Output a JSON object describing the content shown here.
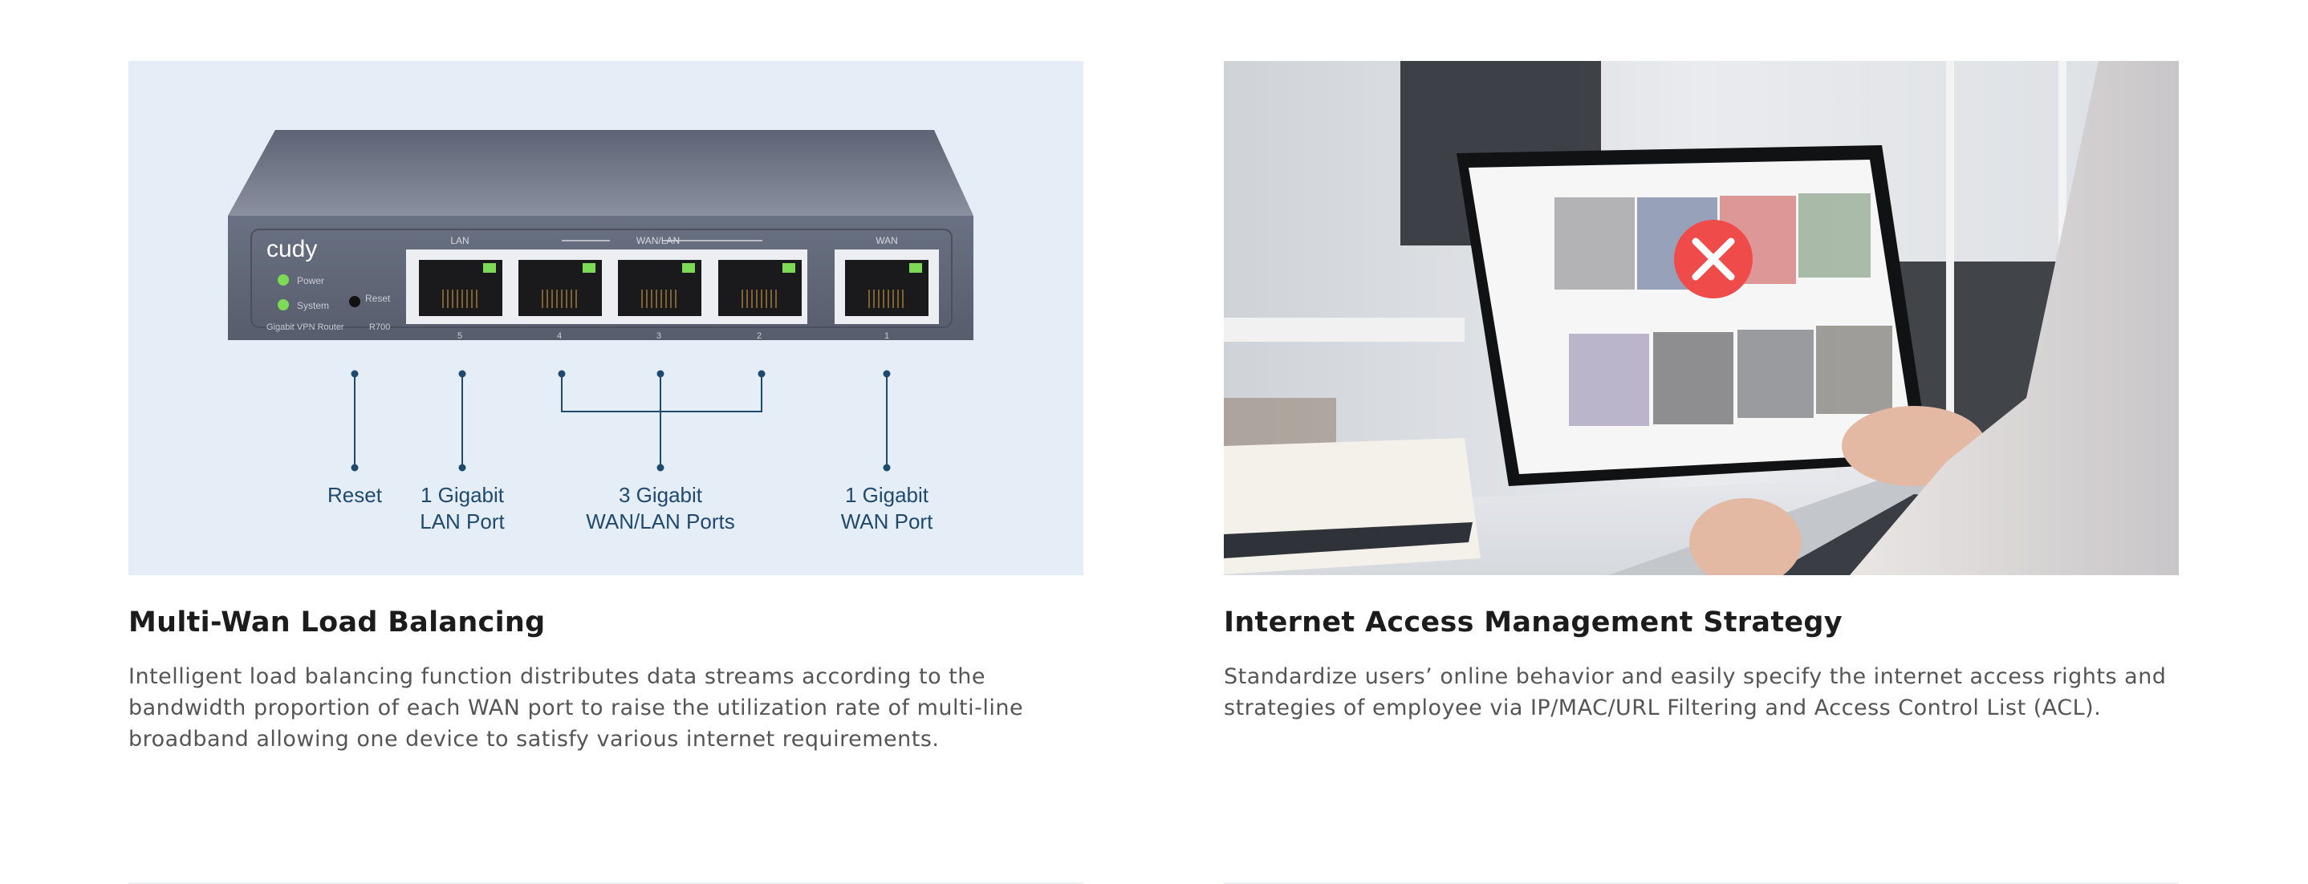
{
  "features": [
    {
      "image": {
        "alt": "Cudy R700 Gigabit VPN Router port diagram",
        "brand": "cudy",
        "model_label": "Gigabit VPN Router",
        "model": "R700",
        "leds": [
          "Power",
          "System"
        ],
        "reset_label": "Reset",
        "port_group_labels": {
          "lan": "LAN",
          "wan_lan": "WAN/LAN",
          "wan": "WAN"
        },
        "port_numbers": [
          "5",
          "4",
          "3",
          "2",
          "1"
        ],
        "callouts": [
          {
            "line1": "Reset",
            "line2": ""
          },
          {
            "line1": "1 Gigabit",
            "line2": "LAN Port"
          },
          {
            "line1": "3 Gigabit",
            "line2": "WAN/LAN Ports"
          },
          {
            "line1": "1 Gigabit",
            "line2": "WAN Port"
          }
        ],
        "colors": {
          "background": "#e5edf6",
          "callout": "#1f4a6e",
          "led": "#7ed957"
        }
      },
      "title": "Multi-Wan Load Balancing",
      "description": "Intelligent load balancing function distributes data streams according to the bandwidth proportion of each WAN port to raise the utilization rate of multi-line broadband allowing one device to satisfy various internet requirements."
    },
    {
      "image": {
        "alt": "Person typing on a laptop showing a blocked website with a red X icon",
        "blocked_icon": "close-circle-icon",
        "colors": {
          "blocked": "#ef4b4b"
        }
      },
      "title": "Internet Access Management Strategy",
      "description": "Standardize users’ online behavior and easily specify the internet access rights and strategies of employee via IP/MAC/URL Filtering and Access Control List (ACL)."
    }
  ]
}
